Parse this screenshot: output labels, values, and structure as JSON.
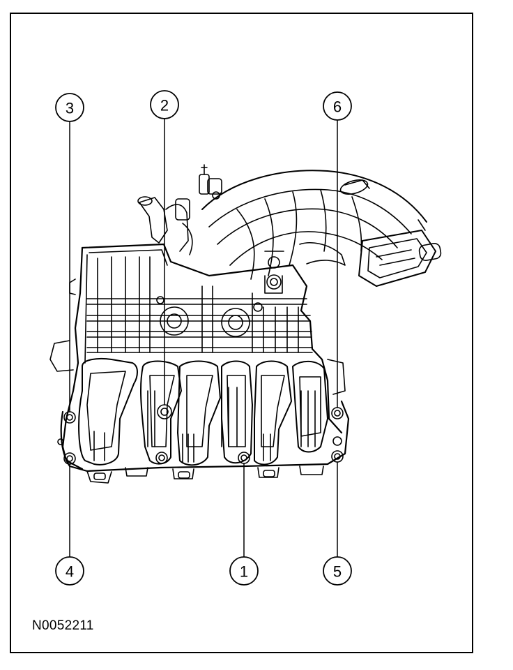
{
  "figure": {
    "id": "N0052211",
    "subject": "intake-manifold",
    "line_color": "#000000",
    "background_color": "#ffffff"
  },
  "callouts": [
    {
      "label": "3"
    },
    {
      "label": "2"
    },
    {
      "label": "6"
    },
    {
      "label": "4"
    },
    {
      "label": "1"
    },
    {
      "label": "5"
    }
  ]
}
